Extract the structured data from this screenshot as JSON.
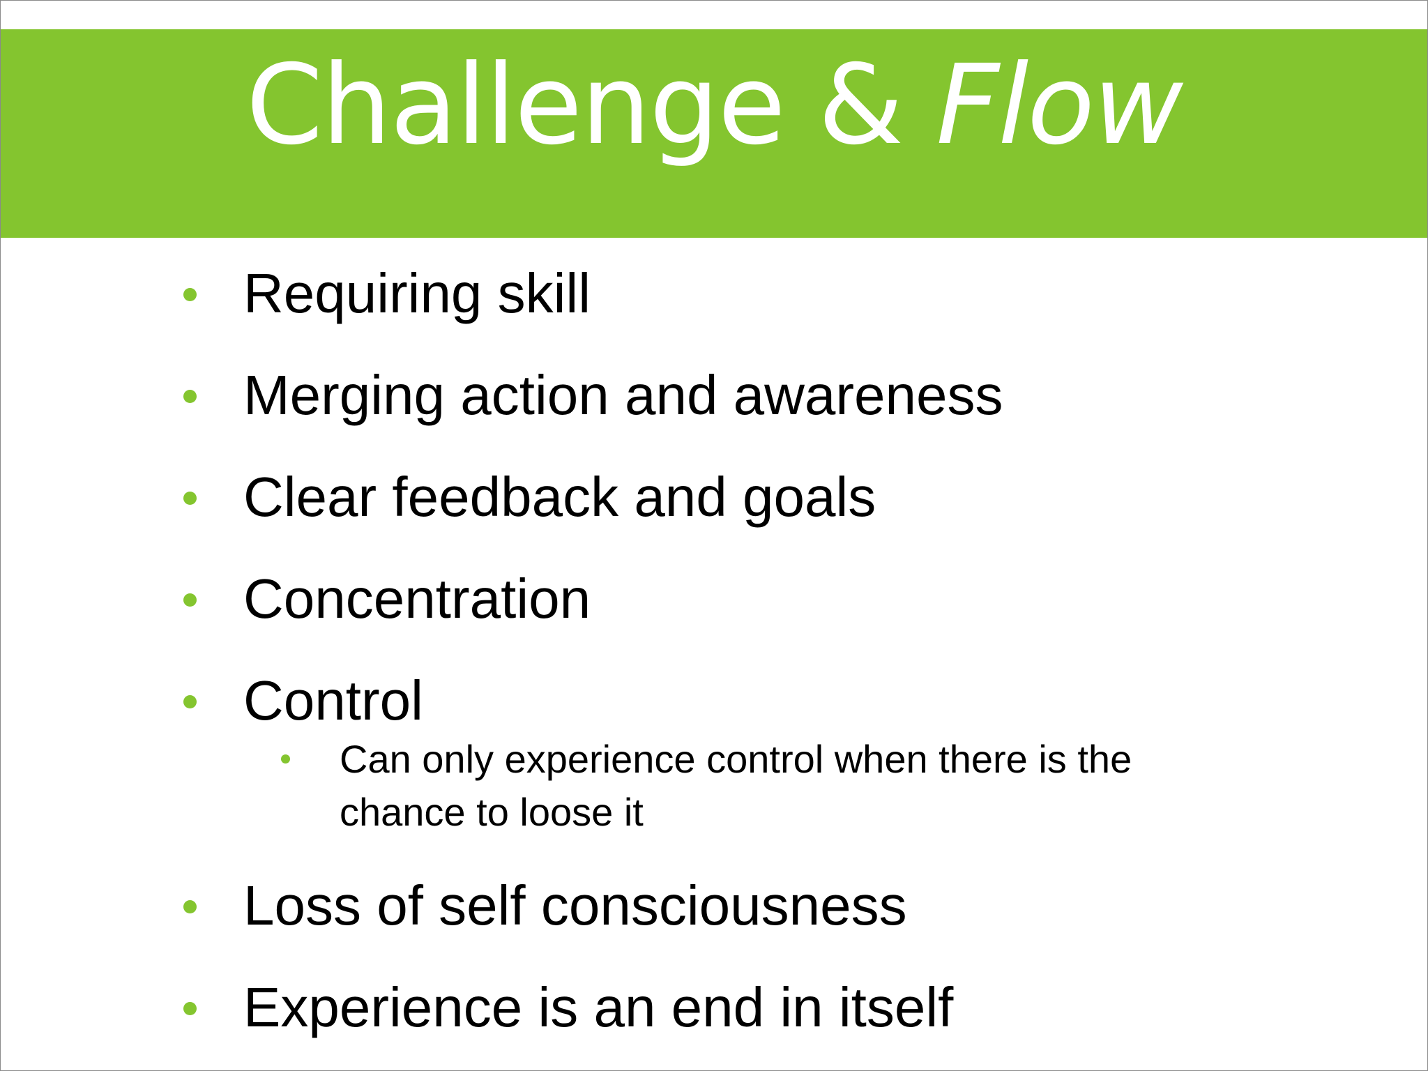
{
  "slide": {
    "title_main": "Challenge & ",
    "title_emph": "Flow",
    "accent_color": "#84c52f",
    "bullets": [
      {
        "text": "Requiring skill"
      },
      {
        "text": "Merging action and awareness"
      },
      {
        "text": "Clear feedback and goals"
      },
      {
        "text": "Concentration"
      },
      {
        "text": "Control"
      },
      {
        "text": "Loss of self consciousness"
      },
      {
        "text": "Experience is an end in itself"
      }
    ],
    "sub_bullet": {
      "text": "Can only experience control when there is the chance to loose it"
    }
  }
}
